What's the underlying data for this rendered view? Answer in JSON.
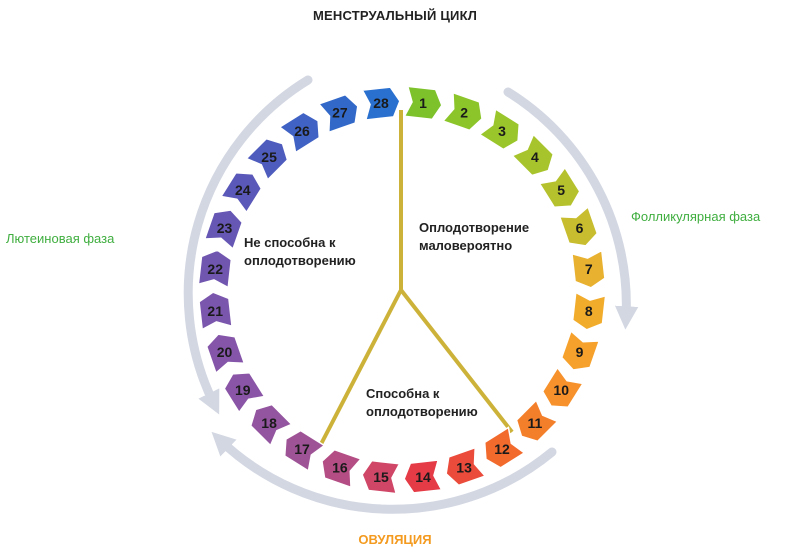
{
  "title": "МЕНСТРУАЛЬНЫЙ ЦИКЛ",
  "phases": {
    "luteal": {
      "label": "Лютеиновая фаза",
      "color": "#3fae3f"
    },
    "follicular": {
      "label": "Фолликулярная фаза",
      "color": "#3fae3f"
    },
    "ovulation": {
      "label": "ОВУЛЯЦИЯ",
      "color": "#f39a1f"
    }
  },
  "zones": {
    "unable": {
      "line1": "Не способна к",
      "line2": "оплодотворению"
    },
    "unlikely": {
      "line1": "Оплодотворение",
      "line2": "маловероятно"
    },
    "able": {
      "line1": "Способна к",
      "line2": "оплодотворению"
    }
  },
  "days": [
    {
      "n": "1",
      "color": "#7dc22a"
    },
    {
      "n": "2",
      "color": "#8cc52a"
    },
    {
      "n": "3",
      "color": "#9ac52b"
    },
    {
      "n": "4",
      "color": "#a8c42c"
    },
    {
      "n": "5",
      "color": "#b5c22d"
    },
    {
      "n": "6",
      "color": "#c7bd2e"
    },
    {
      "n": "7",
      "color": "#e8b12f"
    },
    {
      "n": "8",
      "color": "#f2ac2c"
    },
    {
      "n": "9",
      "color": "#f6a12b"
    },
    {
      "n": "10",
      "color": "#f6912b"
    },
    {
      "n": "11",
      "color": "#f47f2b"
    },
    {
      "n": "12",
      "color": "#f26a2c"
    },
    {
      "n": "13",
      "color": "#ea4b3a"
    },
    {
      "n": "14",
      "color": "#e53b46"
    },
    {
      "n": "15",
      "color": "#cf4667"
    },
    {
      "n": "16",
      "color": "#b34d84"
    },
    {
      "n": "17",
      "color": "#9e5396"
    },
    {
      "n": "18",
      "color": "#93559f"
    },
    {
      "n": "19",
      "color": "#8a55a6"
    },
    {
      "n": "20",
      "color": "#8455a9"
    },
    {
      "n": "21",
      "color": "#7b56ad"
    },
    {
      "n": "22",
      "color": "#7156b0"
    },
    {
      "n": "23",
      "color": "#6657b4"
    },
    {
      "n": "24",
      "color": "#5a58b8"
    },
    {
      "n": "25",
      "color": "#4e5cbe"
    },
    {
      "n": "26",
      "color": "#4062c4"
    },
    {
      "n": "27",
      "color": "#3269c9"
    },
    {
      "n": "28",
      "color": "#2a70cf"
    }
  ],
  "colors": {
    "pointer": "#cdb23a",
    "arrows": "#d3d7e2",
    "badge_text": "#1a1a1a"
  }
}
